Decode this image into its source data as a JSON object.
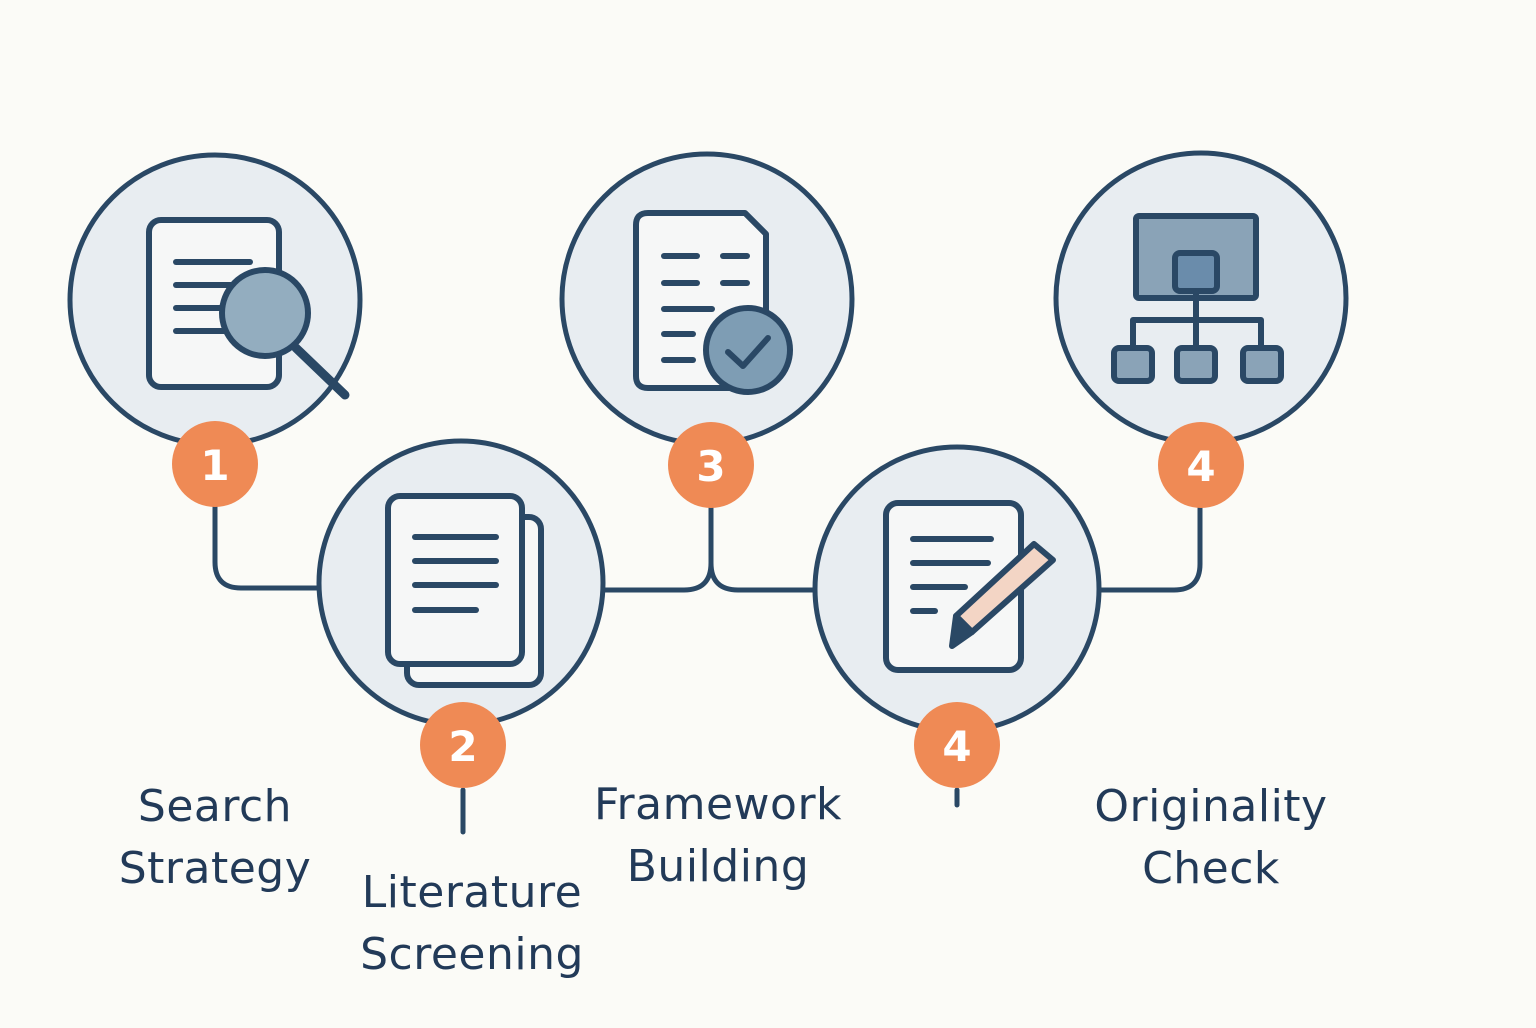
{
  "colors": {
    "background": "#fbfbf7",
    "outline": "#2a4865",
    "circle_fill": "#e8edf1",
    "badge_fill": "#ef8a55",
    "badge_text": "#ffffff",
    "icon_fill": "#f6f7f7",
    "accent_blue": "#7e9db4",
    "pencil_fill": "#f3d5c5"
  },
  "steps": [
    {
      "number": "1",
      "icon": "document-search-icon",
      "label_lines": [
        "Search",
        "Strategy"
      ]
    },
    {
      "number": "2",
      "icon": "stacked-documents-icon",
      "label_lines": [
        "Literature",
        "Screening"
      ]
    },
    {
      "number": "3",
      "icon": "document-check-icon",
      "label_lines": [
        "Framework",
        "Building"
      ]
    },
    {
      "number": "4",
      "icon": "document-edit-icon",
      "label_lines": []
    },
    {
      "number": "4",
      "icon": "hierarchy-icon",
      "label_lines": [
        "Originality",
        "Check"
      ]
    }
  ]
}
